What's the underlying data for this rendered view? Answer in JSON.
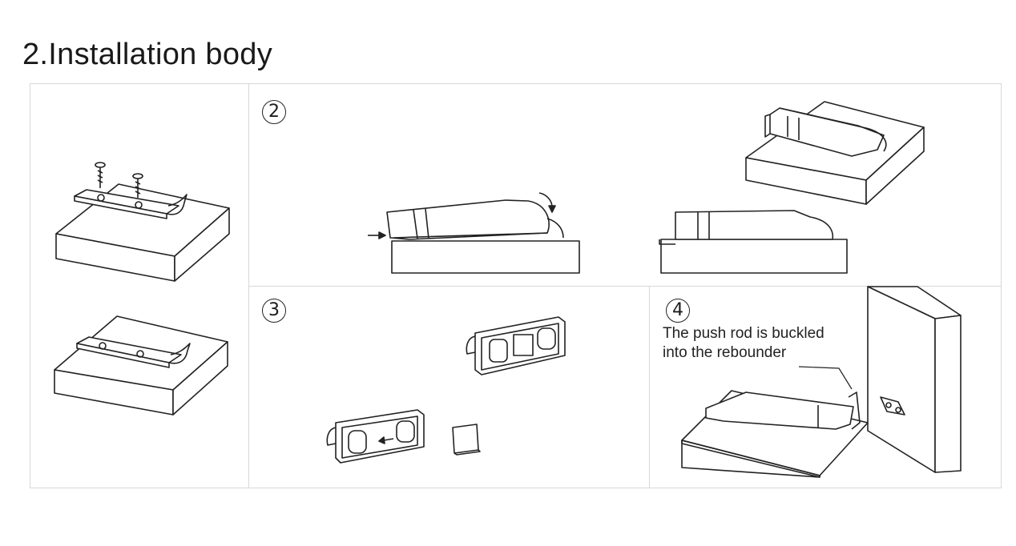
{
  "title": "2.Installation body",
  "steps": {
    "step2": {
      "marker": "2"
    },
    "step3": {
      "marker": "3"
    },
    "step4": {
      "marker": "4",
      "note_lines": [
        "The push rod is buckled",
        "into the rebounder"
      ]
    }
  },
  "colors": {
    "line": "#222222",
    "border": "#d8d8d8",
    "background": "#ffffff"
  },
  "icons": {
    "screw": "screw-icon",
    "mounting-bracket": "bracket-icon",
    "rebounder-body": "rebounder-icon",
    "push-rod": "push-rod-icon",
    "rotate-arrow": "rotate-arrow-icon",
    "push-arrow": "push-arrow-icon",
    "adhesive-pad": "adhesive-pad-icon"
  }
}
